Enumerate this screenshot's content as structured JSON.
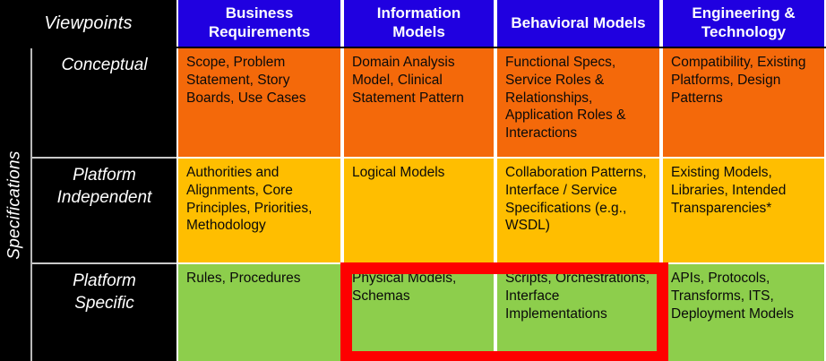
{
  "matrix": {
    "corner_label": "Viewpoints",
    "rail_label": "Specifications",
    "columns": [
      {
        "id": "business-requirements",
        "label": "Business\nRequirements"
      },
      {
        "id": "information-models",
        "label": "Information\nModels"
      },
      {
        "id": "behavioral-models",
        "label": "Behavioral Models"
      },
      {
        "id": "engineering-technology",
        "label": "Engineering &\nTechnology"
      }
    ],
    "rows": [
      {
        "id": "conceptual",
        "label": "Conceptual",
        "tone": "conceptual",
        "cells": [
          "Scope, Problem Statement, Story Boards, Use Cases",
          "Domain Analysis Model, Clinical Statement Pattern",
          "Functional Specs, Service Roles & Relationships, Application Roles & Interactions",
          "Compatibility, Existing Platforms, Design Patterns"
        ]
      },
      {
        "id": "platform-independent",
        "label": "Platform Independent",
        "tone": "pim",
        "cells": [
          "Authorities and Alignments, Core Principles, Priorities, Methodology",
          "Logical Models",
          "Collaboration Patterns, Interface / Service Specifications (e.g., WSDL)",
          "Existing Models, Libraries, Intended Transparencies*"
        ]
      },
      {
        "id": "platform-specific",
        "label": "Platform Specific",
        "tone": "psm",
        "cells": [
          "Rules, Procedures",
          "Physical Models, Schemas",
          "Scripts, Orchestrations, Interface Implementations",
          "APIs, Protocols, Transforms, ITS, Deployment Models"
        ]
      }
    ],
    "highlight": {
      "label": "platform-specific-information-and-behavioral-models",
      "color": "#fe0000",
      "covers_row": "platform-specific",
      "covers_columns": [
        "information-models",
        "behavioral-models"
      ]
    },
    "colors": {
      "header_blue": "#2000e0",
      "conceptual_orange": "#f4690a",
      "platform_independent_yellow": "#ffbe00",
      "platform_specific_green": "#8dce4c",
      "label_black": "#000000",
      "grid_white": "#ffffff",
      "highlight_red": "#fe0000"
    }
  }
}
